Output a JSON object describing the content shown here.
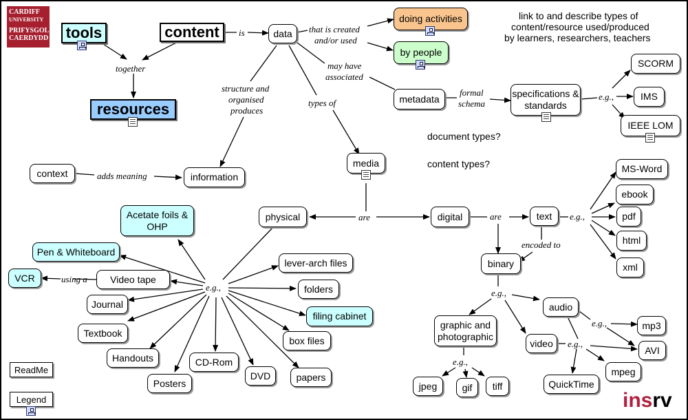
{
  "logos": {
    "cardiff_line1": "CARDIFF",
    "cardiff_line2": "UNIVERSITY",
    "cardiff_line3": "PRIFYSGOL",
    "cardiff_line4": "CAERDYDD",
    "insrv_a": "ins",
    "insrv_b": "rv"
  },
  "colors": {
    "teal": "#ccffff",
    "orange": "#f9c48e",
    "green": "#ccffcc",
    "resources": "#99ccff",
    "insrv_red": "#b02040"
  },
  "nodes": {
    "tools": "tools",
    "content": "content",
    "resources": "resources",
    "data": "data",
    "doing_activities": "doing activities",
    "by_people": "by people",
    "metadata": "metadata",
    "specifications": "specifications & standards",
    "scorm": "SCORM",
    "ims": "IMS",
    "ieee_lom": "IEEE LOM",
    "information": "information",
    "context": "context",
    "media": "media",
    "physical": "physical",
    "digital": "digital",
    "text": "text",
    "ms_word": "MS-Word",
    "ebook": "ebook",
    "pdf": "pdf",
    "html": "html",
    "xml": "xml",
    "binary": "binary",
    "acetate": "Acetate foils & OHP",
    "pen_whiteboard": "Pen & Whiteboard",
    "vcr": "VCR",
    "video_tape": "Video tape",
    "journal": "Journal",
    "textbook": "Textbook",
    "handouts": "Handouts",
    "posters": "Posters",
    "cd_rom": "CD-Rom",
    "dvd": "DVD",
    "papers": "papers",
    "box_files": "box files",
    "filing_cabinet": "filing cabinet",
    "folders": "folders",
    "lever_arch": "lever-arch files",
    "graphic": "graphic and photographic",
    "jpeg": "jpeg",
    "gif": "gif",
    "tiff": "tiff",
    "audio": "audio",
    "video": "video",
    "mp3": "mp3",
    "avi": "AVI",
    "quicktime": "QuickTime",
    "mpeg": "mpeg",
    "readme": "ReadMe",
    "legend": "Legend"
  },
  "links": {
    "is": "is",
    "created_1": "that is created",
    "created_2": "and/or used",
    "together": "together",
    "may_have_1": "may have",
    "may_have_2": "associated",
    "formal_1": "formal",
    "formal_2": "schema",
    "eg": "e.g.,",
    "structure_1": "structure and",
    "structure_2": "organised",
    "structure_3": "produces",
    "types_of": "types of",
    "adds_meaning": "adds meaning",
    "are": "are",
    "encoded_to": "encoded to",
    "using_a": "using a"
  },
  "notes": {
    "note_1": "link to and describe types of",
    "note_2": "content/resource used/produced",
    "note_3": "by learners, researchers, teachers",
    "document_types": "document types?",
    "content_types": "content types?"
  }
}
